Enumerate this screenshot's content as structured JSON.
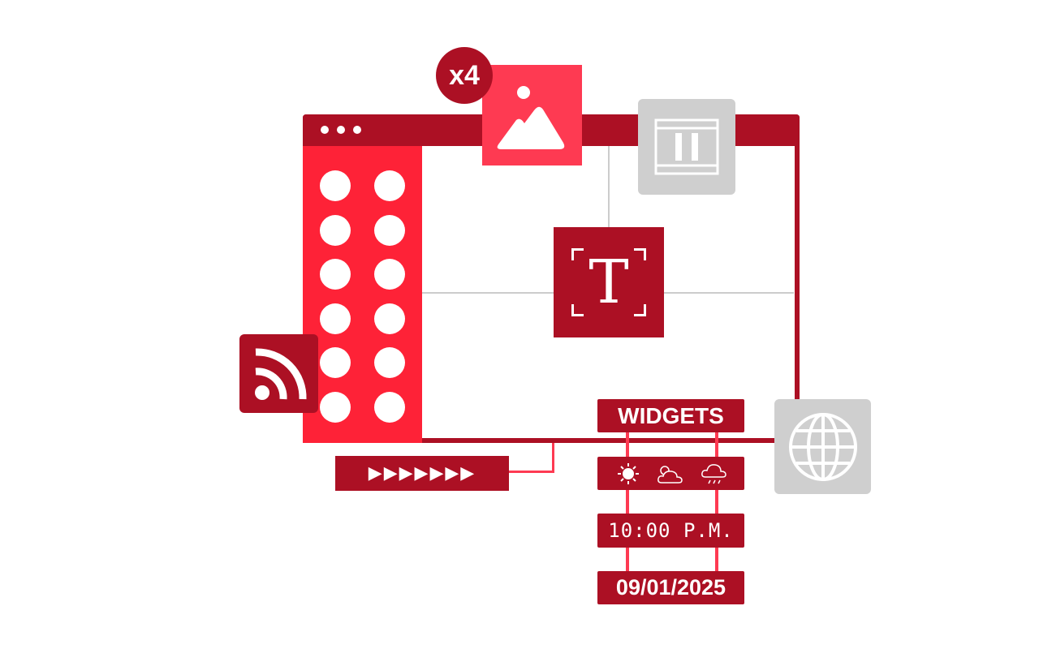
{
  "badge": {
    "label": "x4"
  },
  "widgets": {
    "title": "WIDGETS",
    "time": "10:00 P.M.",
    "date": "09/01/2025",
    "weather_icons": [
      "sun-icon",
      "partly-cloudy-icon",
      "rain-cloud-icon"
    ]
  },
  "text_icon": {
    "glyph": "T"
  },
  "play_bar": {
    "glyph": "▶▶▶▶▶▶▶"
  },
  "colors": {
    "dark": "#ac1024",
    "bright": "#fe2237",
    "pink": "#fe3a52",
    "grey": "#cfcfcf"
  }
}
